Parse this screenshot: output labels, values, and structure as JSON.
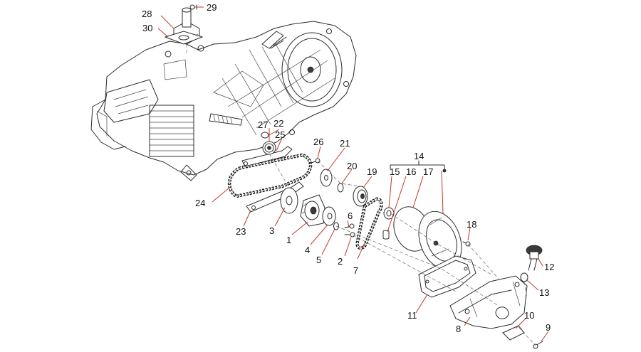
{
  "labels": {
    "p1": "1",
    "p2": "2",
    "p3": "3",
    "p4": "4",
    "p5": "5",
    "p6": "6",
    "p7": "7",
    "p8": "8",
    "p9": "9",
    "p10": "10",
    "p11": "11",
    "p12": "12",
    "p13": "13",
    "p14": "14",
    "p15": "15",
    "p16": "16",
    "p17": "17",
    "p18": "18",
    "p19": "19",
    "p20": "20",
    "p21": "21",
    "p22": "22",
    "p23": "23",
    "p24": "24",
    "p25": "25",
    "p26": "26",
    "p27": "27",
    "p28": "28",
    "p29": "29",
    "p30": "30"
  },
  "colors": {
    "leader": "#c0392b",
    "line": "#2b2b2b"
  }
}
